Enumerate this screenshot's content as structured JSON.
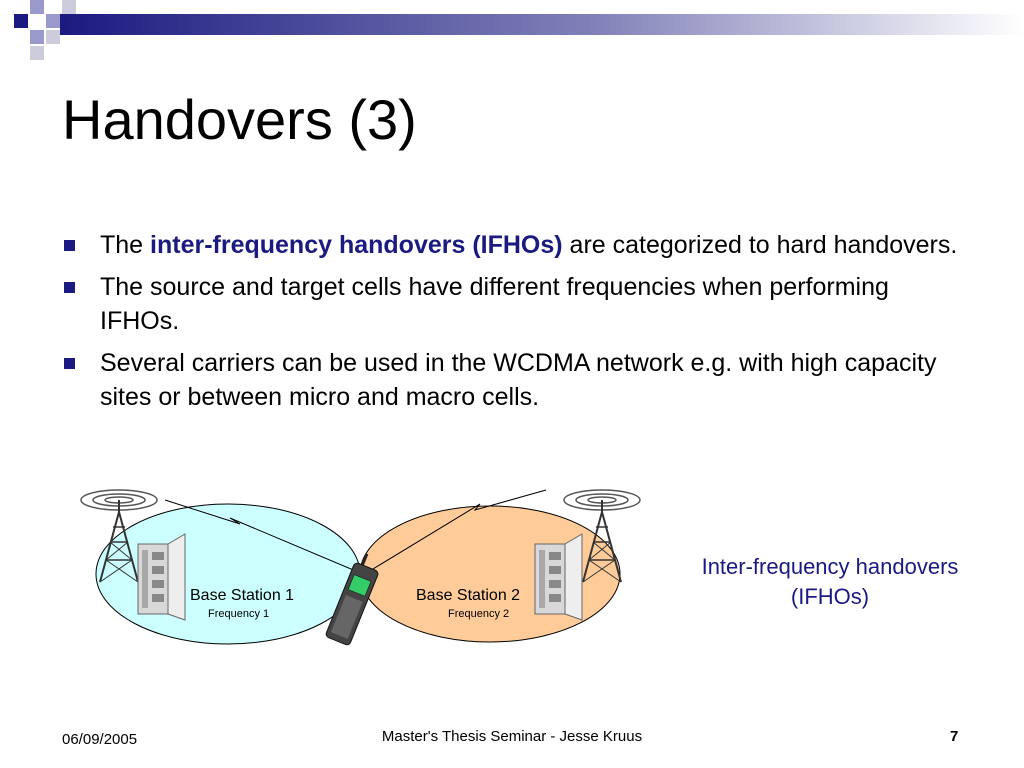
{
  "slide": {
    "title": "Handovers (3)",
    "bullets": [
      {
        "pre": "The ",
        "emphasis": "inter-frequency handovers (IFHOs)",
        "post": " are categorized to hard handovers."
      },
      {
        "pre": "The source and target cells have different frequencies when performing IFHOs.",
        "emphasis": "",
        "post": ""
      },
      {
        "pre": "Several carriers can be used in the WCDMA network e.g. with high capacity sites or between micro and macro cells.",
        "emphasis": "",
        "post": ""
      }
    ],
    "diagram": {
      "cell1": {
        "name": "Base Station 1",
        "freq": "Frequency 1",
        "color": "#ccffff"
      },
      "cell2": {
        "name": "Base Station 2",
        "freq": "Frequency 2",
        "color": "#ffcc99"
      }
    },
    "caption": {
      "line1": "Inter-frequency handovers",
      "line2": "(IFHOs)"
    }
  },
  "footer": {
    "date": "06/09/2005",
    "center": "Master's Thesis Seminar - Jesse Kruus",
    "page": "7"
  },
  "colors": {
    "accent": "#1a1a80",
    "decor_light": "#9999cc"
  }
}
